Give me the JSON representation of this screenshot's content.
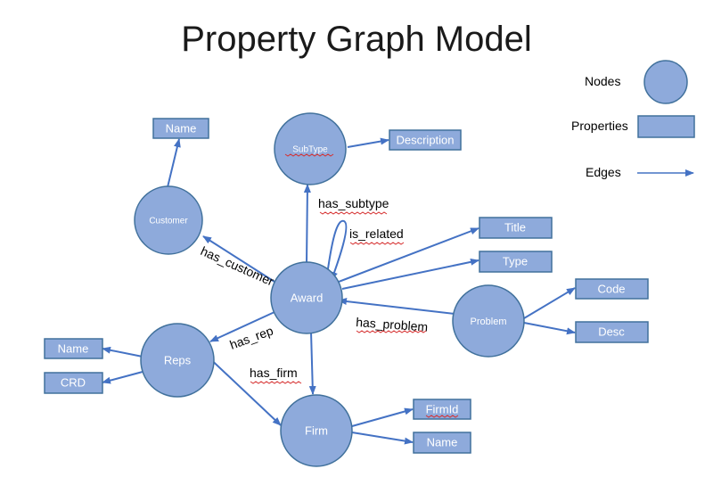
{
  "title": "Property Graph Model",
  "legend": {
    "nodes_label": "Nodes",
    "properties_label": "Properties",
    "edges_label": "Edges"
  },
  "nodes": {
    "subtype": "SubType",
    "customer": "Customer",
    "award": "Award",
    "reps": "Reps",
    "firm": "Firm",
    "problem": "Problem"
  },
  "properties": {
    "customer_name": "Name",
    "description": "Description",
    "title": "Title",
    "type": "Type",
    "code": "Code",
    "desc": "Desc",
    "reps_name": "Name",
    "crd": "CRD",
    "firmid": "FirmId",
    "firm_name": "Name"
  },
  "edges": {
    "has_subtype": "has_subtype",
    "is_related": "is_related",
    "has_customer": "has_customer",
    "has_rep": "has_rep",
    "has_firm": "has_firm",
    "has_problem": "has_problem"
  },
  "colors": {
    "fill": "#8eaadb",
    "stroke": "#41719c",
    "edge": "#4472c4"
  }
}
